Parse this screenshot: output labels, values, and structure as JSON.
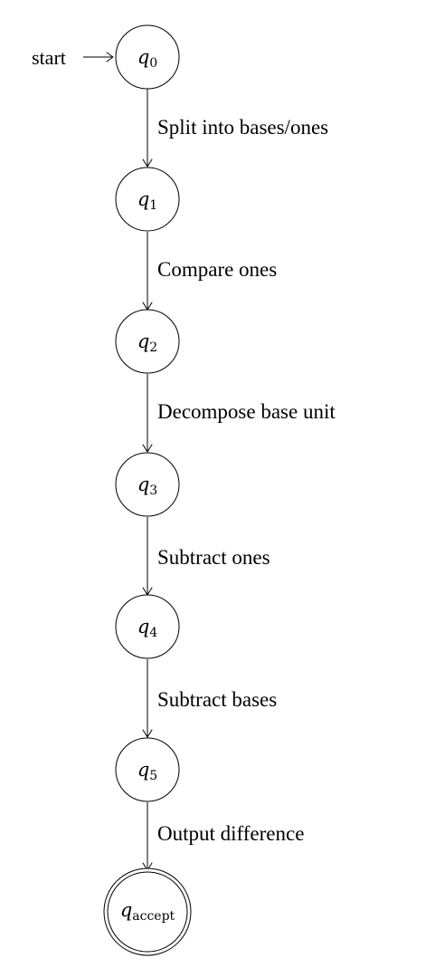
{
  "diagram": {
    "type": "state-machine",
    "start_label": "start",
    "states": [
      {
        "id": "q0",
        "base": "q",
        "sub": "0",
        "accepting": false,
        "initial": true
      },
      {
        "id": "q1",
        "base": "q",
        "sub": "1",
        "accepting": false,
        "initial": false
      },
      {
        "id": "q2",
        "base": "q",
        "sub": "2",
        "accepting": false,
        "initial": false
      },
      {
        "id": "q3",
        "base": "q",
        "sub": "3",
        "accepting": false,
        "initial": false
      },
      {
        "id": "q4",
        "base": "q",
        "sub": "4",
        "accepting": false,
        "initial": false
      },
      {
        "id": "q5",
        "base": "q",
        "sub": "5",
        "accepting": false,
        "initial": false
      },
      {
        "id": "qaccept",
        "base": "q",
        "sub": "accept",
        "accepting": true,
        "initial": false
      }
    ],
    "transitions": [
      {
        "from": "q0",
        "to": "q1",
        "label": "Split into bases/ones"
      },
      {
        "from": "q1",
        "to": "q2",
        "label": "Compare ones"
      },
      {
        "from": "q2",
        "to": "q3",
        "label": "Decompose base unit"
      },
      {
        "from": "q3",
        "to": "q4",
        "label": "Subtract ones"
      },
      {
        "from": "q4",
        "to": "q5",
        "label": "Subtract bases"
      },
      {
        "from": "q5",
        "to": "qaccept",
        "label": "Output difference"
      }
    ]
  }
}
